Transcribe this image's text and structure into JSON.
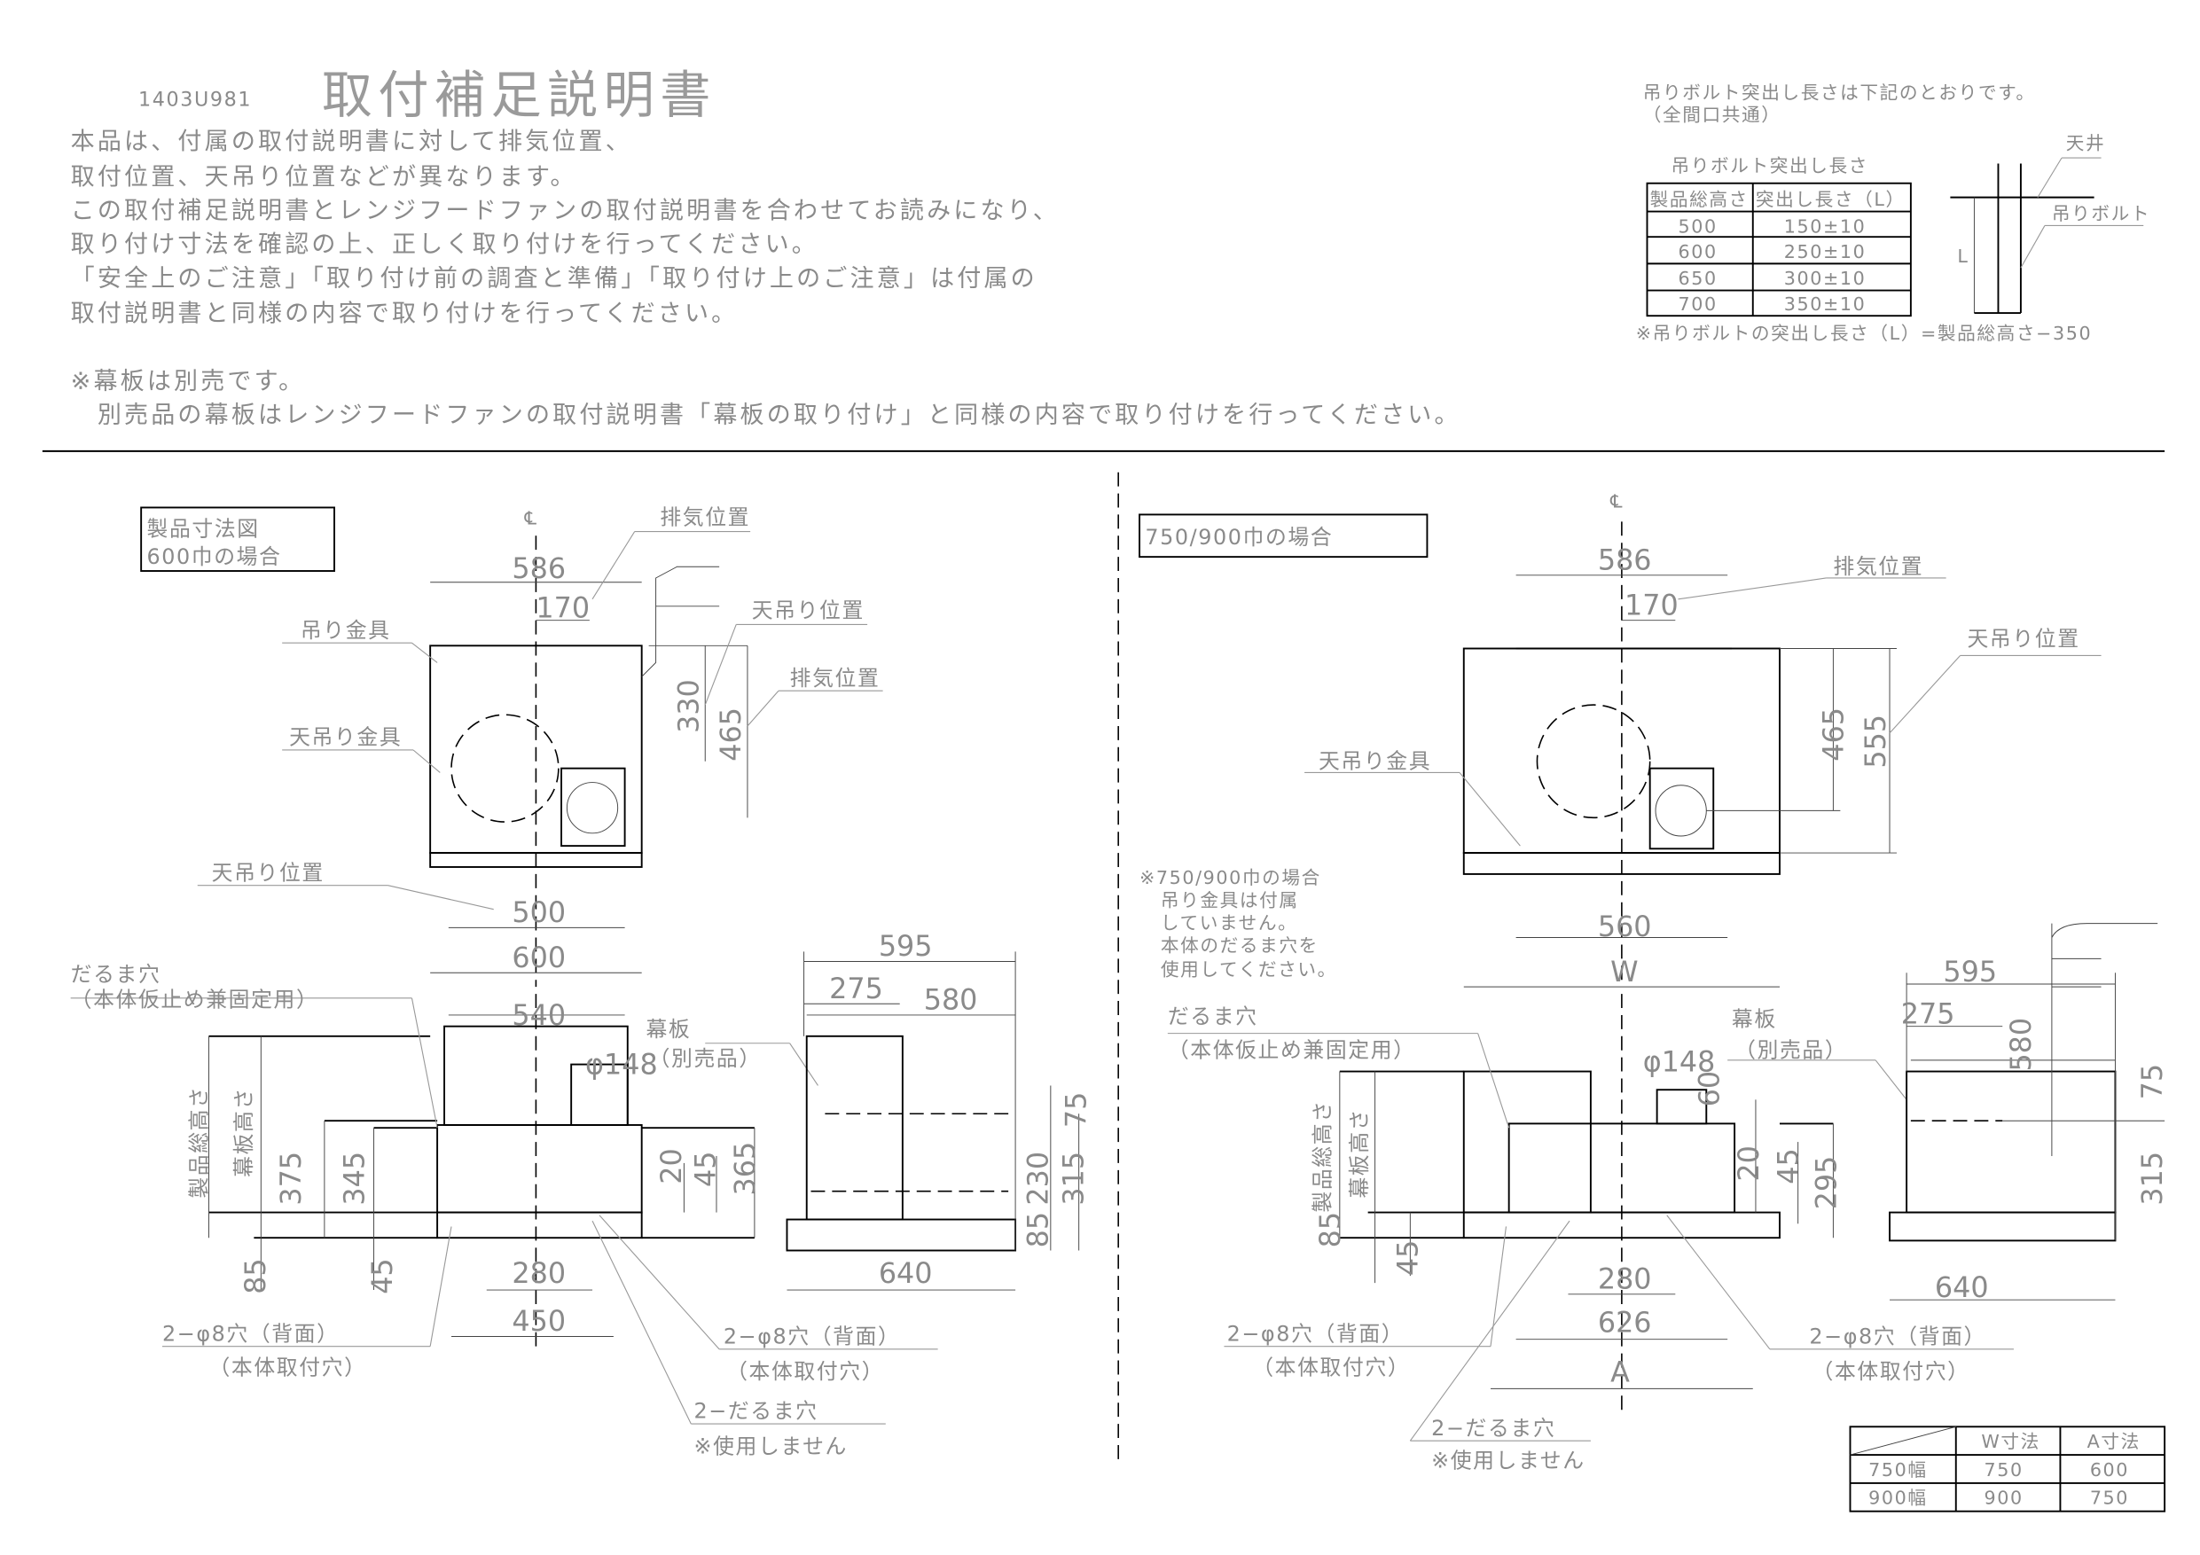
{
  "header": {
    "doc_code": "1403U981",
    "title": "取付補足説明書",
    "paragraph": [
      "本品は、付属の取付説明書に対して排気位置、",
      "取付位置、天吊り位置などが異なります。",
      "この取付補足説明書とレンジフードファンの取付説明書を合わせてお読みになり、",
      "取り付け寸法を確認の上、正しく取り付けを行ってください。",
      "「安全上のご注意」「取り付け前の調査と準備」「取り付け上のご注意」は付属の",
      "取付説明書と同様の内容で取り付けを行ってください。"
    ],
    "notes": [
      "※幕板は別売です。",
      "　別売品の幕板はレンジフードファンの取付説明書「幕板の取り付け」と同様の内容で取り付けを行ってください。"
    ]
  },
  "bolt_info": {
    "intro": [
      "吊りボルト突出し長さは下記のとおりです。",
      "（全間口共通）"
    ],
    "table_title": "吊りボルト突出し長さ",
    "columns": [
      "製品総高さ",
      "突出し長さ（L）"
    ],
    "rows": [
      [
        "500",
        "150±10"
      ],
      [
        "600",
        "250±10"
      ],
      [
        "650",
        "300±10"
      ],
      [
        "700",
        "350±10"
      ]
    ],
    "footnote": "※吊りボルトの突出し長さ（L）=製品総高さ−350",
    "diagram": {
      "ceiling": "天井",
      "bolt": "吊りボルト",
      "length": "L"
    }
  },
  "left_drawing": {
    "title": [
      "製品寸法図",
      "600巾の場合"
    ],
    "centerline": "℄",
    "top_view": {
      "dims": {
        "w586": "586",
        "d170": "170",
        "d330": "330",
        "d465": "465",
        "w500": "500",
        "w600": "600"
      },
      "labels": {
        "exhaust1": "排気位置",
        "ceiling_hang": "天吊り位置",
        "hanger": "吊り金具",
        "exhaust2": "排気位置",
        "ceiling_bracket": "天吊り金具",
        "ceiling_hang2": "天吊り位置"
      }
    },
    "front_view": {
      "dims": {
        "w540": "540",
        "phi148": "φ148",
        "h375": "375",
        "h345": "345",
        "h85": "85",
        "h45": "45",
        "r20": "20",
        "r45": "45",
        "r365": "365",
        "w280": "280",
        "w450": "450"
      },
      "labels": {
        "total_height": "製品総高さ",
        "panel_height": "幕板高さ",
        "daruma": "だるま穴",
        "daruma_sub": "（本体仮止め兼固定用）",
        "hole_left": "2−φ8穴（背面）",
        "hole_left_sub": "（本体取付穴）",
        "hole_right": "2−φ8穴（背面）",
        "hole_right_sub": "（本体取付穴）",
        "daruma2": "2−だるま穴",
        "daruma2_sub": "※使用しません",
        "panel": "幕板",
        "panel_sub": "（別売品）"
      }
    },
    "side_view": {
      "dims": {
        "d595": "595",
        "d275": "275",
        "d580": "580",
        "h75": "75",
        "h230": "230",
        "h315": "315",
        "h85": "85",
        "d640": "640"
      }
    }
  },
  "right_drawing": {
    "title": "750/900巾の場合",
    "centerline": "℄",
    "top_view": {
      "dims": {
        "w586": "586",
        "d170": "170",
        "d465": "465",
        "d555": "555",
        "w560": "560",
        "w": "W"
      },
      "labels": {
        "exhaust": "排気位置",
        "ceiling_hang": "天吊り位置",
        "ceiling_bracket": "天吊り金具"
      }
    },
    "note": [
      "※750/900巾の場合",
      "吊り金具は付属",
      "していません。",
      "本体のだるま穴を",
      "使用してください。"
    ],
    "front_view": {
      "dims": {
        "phi148": "φ148",
        "h60": "60",
        "h85": "85",
        "h45": "45",
        "r20": "20",
        "r45": "45",
        "r295": "295",
        "w280": "280",
        "w626": "626",
        "a": "A"
      },
      "labels": {
        "total_height": "製品総高さ",
        "panel_height": "幕板高さ",
        "daruma": "だるま穴",
        "daruma_sub": "（本体仮止め兼固定用）",
        "hole_left": "2−φ8穴（背面）",
        "hole_left_sub": "（本体取付穴）",
        "hole_right": "2−φ8穴（背面）",
        "hole_right_sub": "（本体取付穴）",
        "daruma2": "2−だるま穴",
        "daruma2_sub": "※使用しません",
        "panel": "幕板",
        "panel_sub": "（別売品）"
      }
    },
    "side_view": {
      "dims": {
        "d595": "595",
        "d275": "275",
        "d580": "580",
        "h75": "75",
        "h315": "315",
        "d640": "640"
      }
    },
    "size_table": {
      "columns": [
        "",
        "W寸法",
        "A寸法"
      ],
      "rows": [
        [
          "750幅",
          "750",
          "600"
        ],
        [
          "900幅",
          "900",
          "750"
        ]
      ]
    }
  }
}
